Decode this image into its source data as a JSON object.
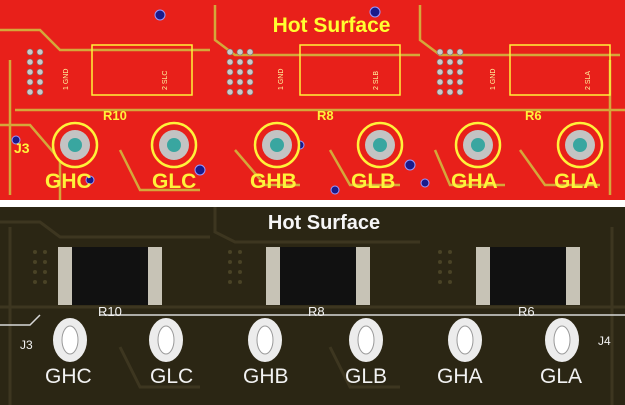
{
  "cad_panel": {
    "title": "Hot Surface",
    "connector_left": "J3",
    "resistors": [
      "R10",
      "R8",
      "R6"
    ],
    "gates": [
      "GHC",
      "GLC",
      "GHB",
      "GLB",
      "GHA",
      "GLA"
    ],
    "silk_texts": [
      "1 GND",
      "2 SLC",
      "1 GND",
      "2 SLB",
      "1 GND",
      "2 SLA"
    ],
    "colors": {
      "board": "#e8201a",
      "silkscreen": "#fff23a",
      "pad": "#b9b9b9",
      "via": "#1a1a8a"
    }
  },
  "photo_panel": {
    "title": "Hot Surface",
    "connector_left": "J3",
    "connector_right": "J4",
    "resistors": [
      "R10",
      "R8",
      "R6"
    ],
    "gates": [
      "GHC",
      "GLC",
      "GHB",
      "GLB",
      "GHA",
      "GLA"
    ],
    "colors": {
      "board": "#2b2614",
      "silkscreen": "#f2f2f2",
      "resistor_body": "#111111"
    }
  }
}
